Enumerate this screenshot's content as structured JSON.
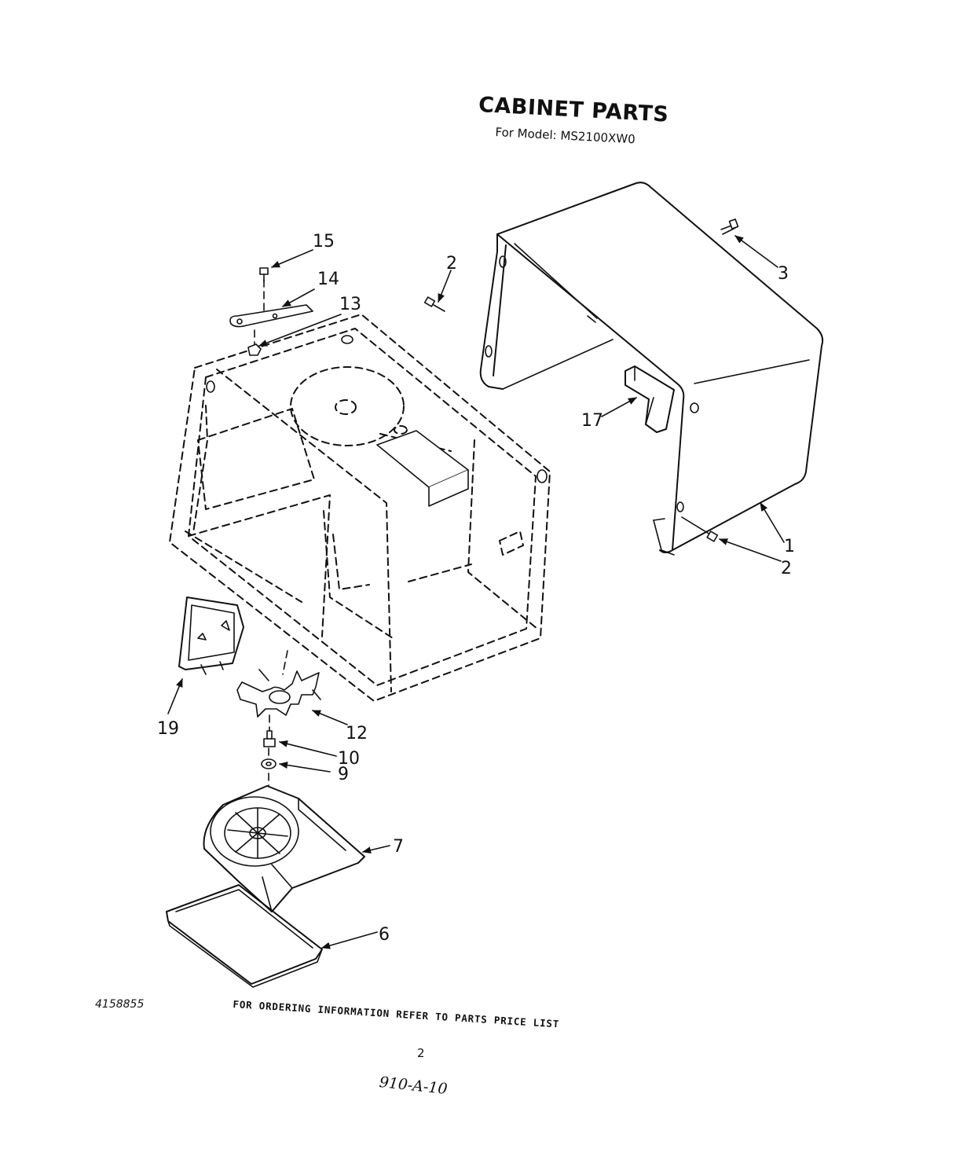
{
  "title": "CABINET PARTS",
  "subtitle": "For Model: MS2100XW0",
  "document_number": "4158855",
  "footer_note": "FOR ORDERING INFORMATION REFER TO PARTS PRICE LIST",
  "page_number": "2",
  "handwritten_code": "910-A-10",
  "callouts": {
    "p1": "1",
    "p2a": "2",
    "p2b": "2",
    "p3": "3",
    "p6": "6",
    "p7": "7",
    "p9": "9",
    "p10": "10",
    "p12": "12",
    "p13": "13",
    "p14": "14",
    "p15": "15",
    "p17": "17",
    "p19": "19"
  }
}
